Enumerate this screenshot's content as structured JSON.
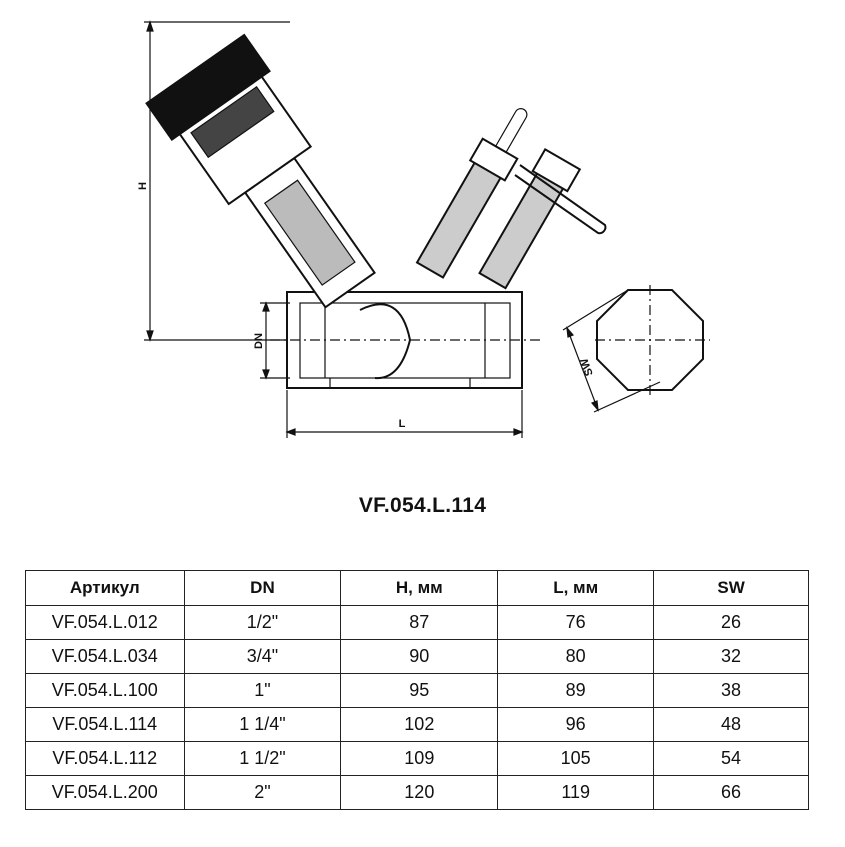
{
  "drawing": {
    "labels": {
      "h": "H",
      "dn": "DN",
      "l": "L",
      "sw": "SW"
    }
  },
  "title": "VF.054.L.114",
  "table": {
    "headers": [
      "Артикул",
      "DN",
      "H, мм",
      "L, мм",
      "SW"
    ],
    "rows": [
      [
        "VF.054.L.012",
        "1/2\"",
        "87",
        "76",
        "26"
      ],
      [
        "VF.054.L.034",
        "3/4\"",
        "90",
        "80",
        "32"
      ],
      [
        "VF.054.L.100",
        "1\"",
        "95",
        "89",
        "38"
      ],
      [
        "VF.054.L.114",
        "1 1/4\"",
        "102",
        "96",
        "48"
      ],
      [
        "VF.054.L.112",
        "1 1/2\"",
        "109",
        "105",
        "54"
      ],
      [
        "VF.054.L.200",
        "2\"",
        "120",
        "119",
        "66"
      ]
    ]
  }
}
